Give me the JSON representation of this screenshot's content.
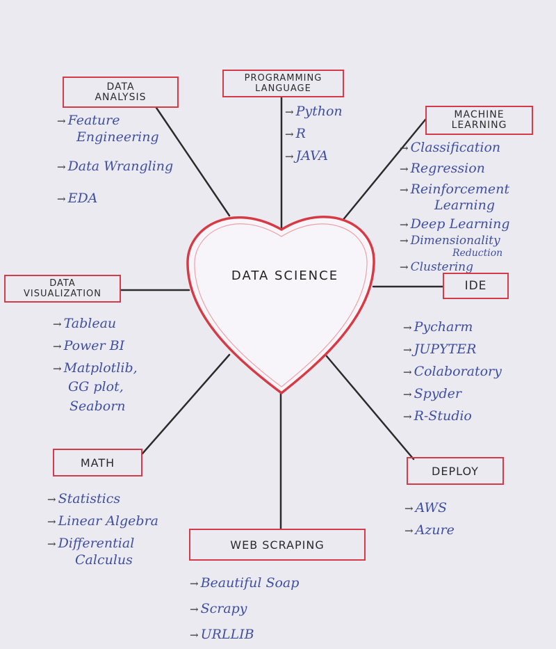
{
  "center": {
    "title": "DATA SCIENCE"
  },
  "nodes": {
    "data_analysis": {
      "title_lines": [
        "DATA",
        "ANALYSIS"
      ],
      "items": [
        [
          "Feature",
          "Engineering"
        ],
        [
          "Data Wrangling"
        ],
        [
          "EDA"
        ]
      ]
    },
    "programming_language": {
      "title_lines": [
        "PROGRAMMING",
        "LANGUAGE"
      ],
      "items": [
        [
          "Python"
        ],
        [
          "R"
        ],
        [
          "JAVA"
        ]
      ]
    },
    "machine_learning": {
      "title_lines": [
        "MACHINE",
        "LEARNING"
      ],
      "items": [
        [
          "Classification"
        ],
        [
          "Regression"
        ],
        [
          "Reinforcement",
          "Learning"
        ],
        [
          "Deep Learning"
        ],
        [
          "Dimensionality",
          "Reduction"
        ],
        [
          "Clustering"
        ]
      ]
    },
    "data_visualization": {
      "title_lines": [
        "DATA",
        "VISUALIZATION"
      ],
      "items": [
        [
          "Tableau"
        ],
        [
          "Power BI"
        ],
        [
          "Matplotlib,",
          "GG plot,",
          "Seaborn"
        ]
      ]
    },
    "ide": {
      "title_lines": [
        "IDE"
      ],
      "items": [
        [
          "Pycharm"
        ],
        [
          "JUPYTER"
        ],
        [
          "Colaboratory"
        ],
        [
          "Spyder"
        ],
        [
          "R-Studio"
        ]
      ]
    },
    "math": {
      "title_lines": [
        "MATH"
      ],
      "items": [
        [
          "Statistics"
        ],
        [
          "Linear Algebra"
        ],
        [
          "Differential",
          "Calculus"
        ]
      ]
    },
    "deploy": {
      "title_lines": [
        "DEPLOY"
      ],
      "items": [
        [
          "AWS"
        ],
        [
          "Azure"
        ]
      ]
    },
    "web_scraping": {
      "title_lines": [
        "WEB SCRAPING"
      ],
      "items": [
        [
          "Beautiful Soap"
        ],
        [
          "Scrapy"
        ],
        [
          "URLLIB"
        ]
      ]
    }
  },
  "colors": {
    "heart": "#d63a44",
    "box_border": "#d43a48",
    "handwriting": "#3f4fa0",
    "lines": "#2b2b2b"
  }
}
